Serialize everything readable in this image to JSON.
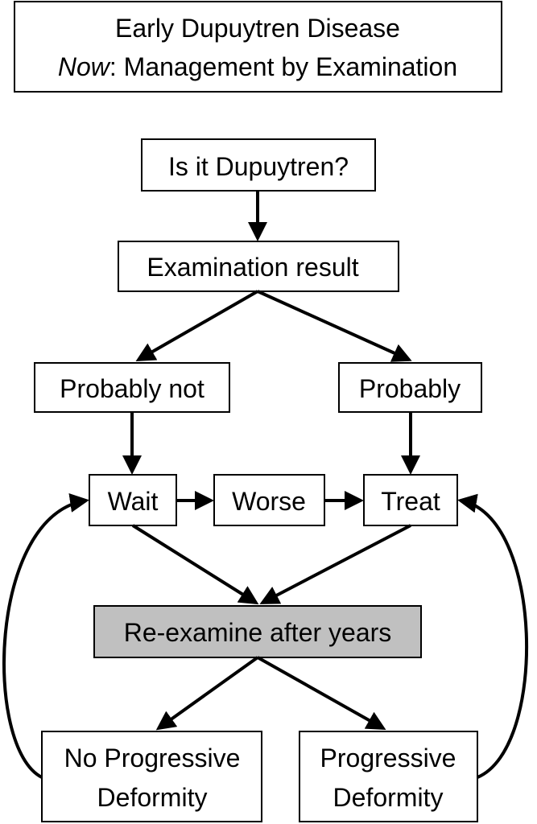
{
  "header": {
    "line1": "Early Dupuytren Disease",
    "line2_em": "Now",
    "line2_rest": ": Management by Examination"
  },
  "nodes": {
    "question": "Is it Dupuytren?",
    "exam_result": "Examination result",
    "probably_not": "Probably not",
    "probably": "Probably",
    "wait": "Wait",
    "worse": "Worse",
    "treat": "Treat",
    "reexamine": "Re-examine after years",
    "no_progressive_line1": "No Progressive",
    "no_progressive_line2": "Deformity",
    "progressive_line1": "Progressive",
    "progressive_line2": "Deformity"
  },
  "colors": {
    "border": "#000000",
    "box_fill": "#ffffff",
    "highlight_fill": "#c0c0c0"
  }
}
